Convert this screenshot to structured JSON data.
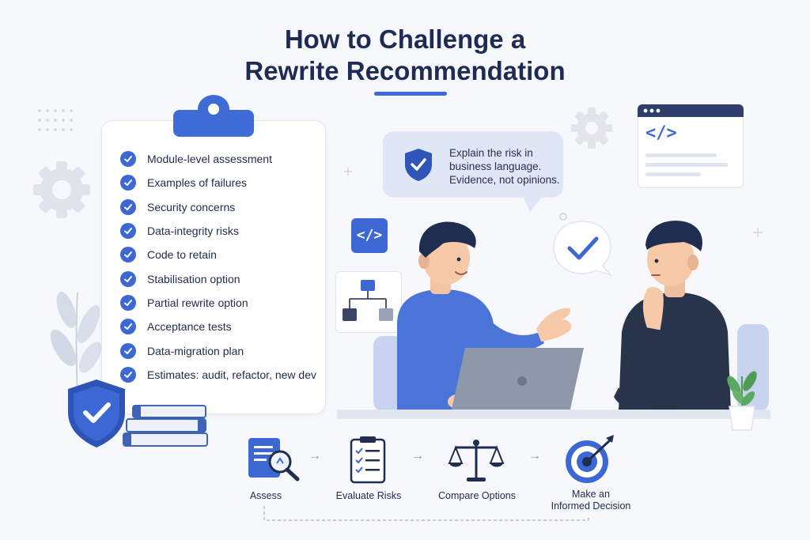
{
  "header": {
    "title_line1": "How to Challenge a",
    "title_line2": "Rewrite Recommendation"
  },
  "checklist": {
    "items": [
      "Module-level assessment",
      "Examples of failures",
      "Security concerns",
      "Data-integrity risks",
      "Code to retain",
      "Stabilisation option",
      "Partial rewrite option",
      "Acceptance tests",
      "Data-migration plan",
      "Estimates: audit, refactor, new dev"
    ]
  },
  "speech_bubble": {
    "line1": "Explain the risk in",
    "line2": "business language.",
    "line3": "Evidence, not opinions."
  },
  "code_icon_text": "</>",
  "process": {
    "steps": [
      {
        "label": "Assess",
        "icon": "document-magnifier-icon"
      },
      {
        "label": "Evaluate Risks",
        "icon": "clipboard-checklist-icon"
      },
      {
        "label": "Compare Options",
        "icon": "balance-scale-icon"
      },
      {
        "label_line1": "Make an",
        "label_line2": "Informed Decision",
        "icon": "target-arrow-icon"
      }
    ],
    "arrow_glyph": "→"
  },
  "colors": {
    "accent": "#3d68d4",
    "title": "#1e2b55",
    "bubble": "#dfe7f7",
    "dark_shirt": "#273449",
    "blue_shirt": "#4a74d8"
  }
}
